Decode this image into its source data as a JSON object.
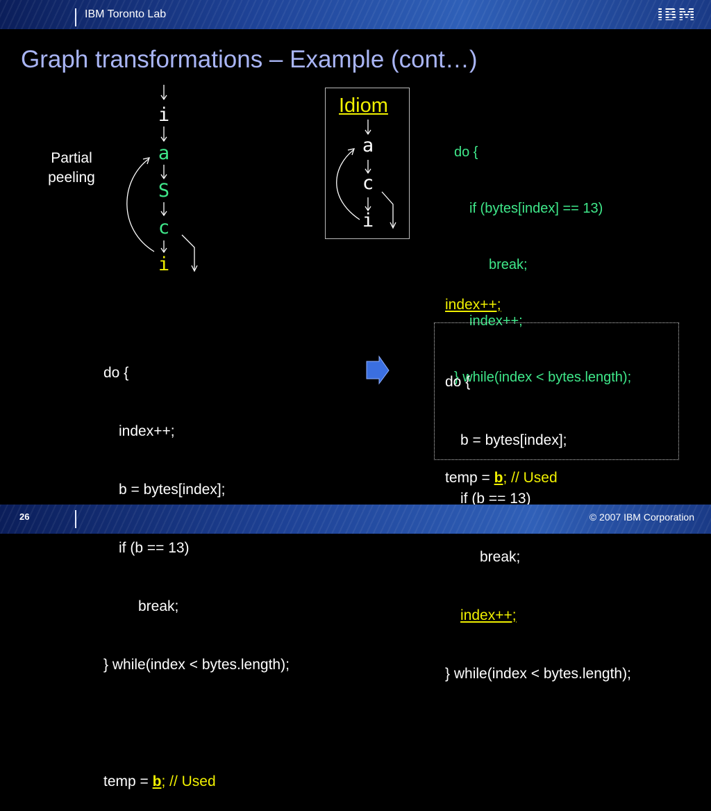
{
  "header": {
    "lab_name": "IBM Toronto Lab",
    "logo_text": "IBM"
  },
  "slide": {
    "title": "Graph transformations – Example (cont…)"
  },
  "left_graph": {
    "label_line1": "Partial",
    "label_line2": "peeling",
    "nodes": [
      "i",
      "a",
      "S",
      "c",
      "i"
    ]
  },
  "idiom_graph": {
    "label": "Idiom",
    "nodes": [
      "a",
      "c",
      "i"
    ]
  },
  "idiom_code": {
    "line1": "do {",
    "line2": "if (bytes[index] == 13)",
    "line3": "break;",
    "line4": "index++;",
    "line5": "} while(index < bytes.length);"
  },
  "before_code": {
    "line1": "do {",
    "line2": "index++;",
    "line3": "b = bytes[index];",
    "line4": "if (b == 13)",
    "line5": "break;",
    "line6": "} while(index < bytes.length);",
    "temp_prefix": "temp = ",
    "temp_var": "b",
    "temp_suffix": "; // Used"
  },
  "after_code": {
    "pre_loop": "index++;",
    "line1": "do {",
    "line2": "b = bytes[index];",
    "line3": "if (b == 13)",
    "line4": "break;",
    "line5": "index++;",
    "line6": "} while(index < bytes.length);",
    "temp_prefix": "temp = ",
    "temp_var": "b",
    "temp_suffix": "; // Used"
  },
  "footer": {
    "page_number": "26",
    "copyright": "© 2007 IBM Corporation"
  },
  "colors": {
    "title": "#a9b5f5",
    "node_green": "#3fe88a",
    "highlight_yellow": "#f0f000",
    "arrow_blue": "#3b6fe0"
  }
}
